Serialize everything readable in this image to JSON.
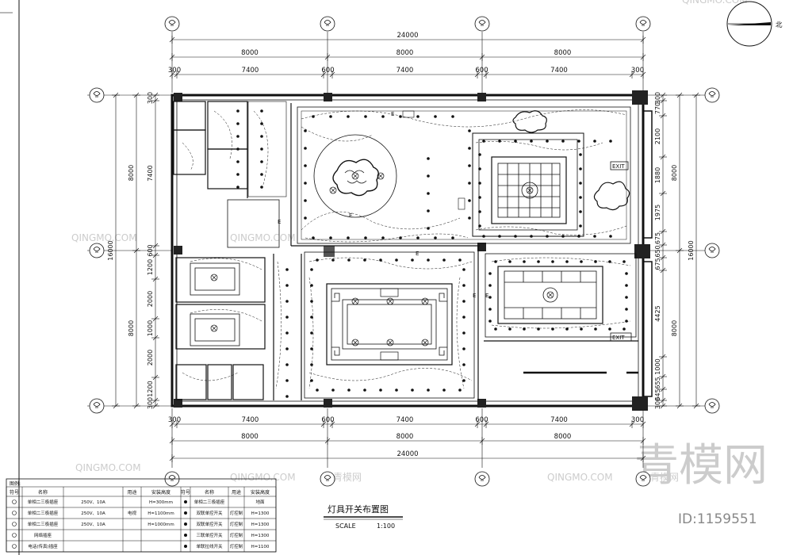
{
  "drawing": {
    "title": "灯具开关布置图",
    "scale_label": "SCALE",
    "scale_value": "1:100",
    "north_label": "北",
    "exit_labels": [
      "EXIT",
      "EXIT"
    ],
    "fixture_letter": "E"
  },
  "dimensions": {
    "top_total": "24000",
    "top_bays": [
      "8000",
      "8000",
      "8000"
    ],
    "top_spans": [
      "300",
      "7400",
      "600",
      "7400",
      "600",
      "7400",
      "300"
    ],
    "bottom_spans": [
      "300",
      "7400",
      "600",
      "7400",
      "600",
      "7400",
      "300"
    ],
    "bottom_bays": [
      "8000",
      "8000",
      "8000"
    ],
    "bottom_total": "24000",
    "left_total": "16000",
    "left_bays": [
      "8000",
      "8000"
    ],
    "left_spans": [
      "300",
      "7400",
      "600",
      "1200",
      "2000",
      "1000",
      "2000",
      "1200",
      "300"
    ],
    "right_total": "16000",
    "right_bays": [
      "8000",
      "8000"
    ],
    "right_spans": [
      "300",
      "770",
      "2100",
      "1880",
      "1975",
      "675",
      "650",
      "675",
      "4425",
      "1000",
      "655",
      "645",
      "300"
    ]
  },
  "legend": {
    "label": "图例:",
    "headers": [
      "符号",
      "名称",
      "",
      "用途",
      "安装高度",
      "符号",
      "名称",
      "用途",
      "安装高度"
    ],
    "rows": [
      [
        "",
        "单相二三极插座",
        "250V、10A",
        "",
        "H=300mm",
        "",
        "单相二三极插座",
        "",
        "地面"
      ],
      [
        "",
        "单相二三极插座",
        "250V、10A",
        "电视",
        "H=1100mm",
        "",
        "双联单控开关",
        "灯控制",
        "H=1300"
      ],
      [
        "",
        "单相二三极插座",
        "250V、10A",
        "",
        "H=1000mm",
        "",
        "双联单控开关",
        "灯控制",
        "H=1300"
      ],
      [
        "",
        "网络插座",
        "",
        "",
        "",
        "",
        "三联单控开关",
        "灯控制",
        "H=1300"
      ],
      [
        "",
        "电话(传真)插座",
        "",
        "",
        "",
        "",
        "单联拉线开关",
        "灯控制",
        "H=1100"
      ]
    ]
  },
  "watermarks": {
    "brand": "QINGMO.COM",
    "brand_cn": "青模网",
    "big": "青模网",
    "id": "ID:1159551"
  }
}
